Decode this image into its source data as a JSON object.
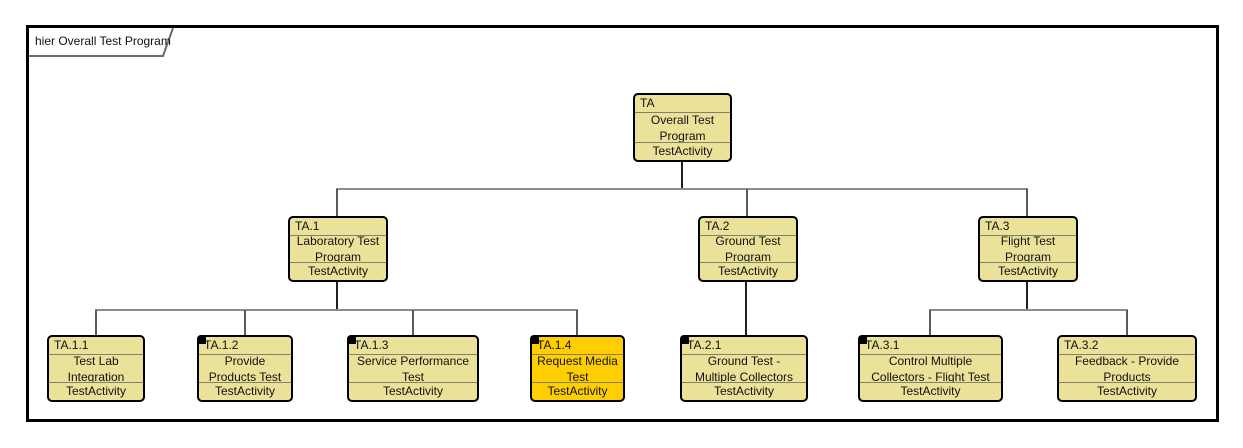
{
  "diagram": {
    "tab_label": "hier Overall Test Program"
  },
  "colors": {
    "frame_border": "#000000",
    "node_fill": "#EAE299",
    "node_selected_fill": "#FFCE00",
    "node_border": "#000000",
    "node_divider": "#82826A",
    "connector": "#8C8C8C"
  },
  "nodes": [
    {
      "id": "TA",
      "name": "Overall Test Program",
      "name_lines": [
        "Overall Test",
        "Program"
      ],
      "type": "TestActivity",
      "selected": false,
      "corner_marker": false
    },
    {
      "id": "TA.1",
      "name": "Laboratory Test Program",
      "name_lines": [
        "Laboratory Test",
        "Program"
      ],
      "type": "TestActivity",
      "selected": false,
      "corner_marker": false
    },
    {
      "id": "TA.2",
      "name": "Ground Test Program",
      "name_lines": [
        "Ground Test",
        "Program"
      ],
      "type": "TestActivity",
      "selected": false,
      "corner_marker": false
    },
    {
      "id": "TA.3",
      "name": "Flight Test Program",
      "name_lines": [
        "Flight Test",
        "Program"
      ],
      "type": "TestActivity",
      "selected": false,
      "corner_marker": false
    },
    {
      "id": "TA.1.1",
      "name": "Test Lab Integration",
      "name_lines": [
        "Test Lab",
        "Integration"
      ],
      "type": "TestActivity",
      "selected": false,
      "corner_marker": false
    },
    {
      "id": "TA.1.2",
      "name": "Provide Products Test",
      "name_lines": [
        "Provide",
        "Products Test"
      ],
      "type": "TestActivity",
      "selected": false,
      "corner_marker": true
    },
    {
      "id": "TA.1.3",
      "name": "Service Performance Test",
      "name_lines": [
        "Service Performance",
        "Test"
      ],
      "type": "TestActivity",
      "selected": false,
      "corner_marker": true
    },
    {
      "id": "TA.1.4",
      "name": "Request Media Test",
      "name_lines": [
        "Request Media",
        "Test"
      ],
      "type": "TestActivity",
      "selected": true,
      "corner_marker": true
    },
    {
      "id": "TA.2.1",
      "name": "Ground Test - Multiple Collectors",
      "name_lines": [
        "Ground Test -",
        "Multiple Collectors"
      ],
      "type": "TestActivity",
      "selected": false,
      "corner_marker": true
    },
    {
      "id": "TA.3.1",
      "name": "Control Multiple Collectors - Flight Test",
      "name_lines": [
        "Control Multiple",
        "Collectors - Flight Test"
      ],
      "type": "TestActivity",
      "selected": false,
      "corner_marker": true
    },
    {
      "id": "TA.3.2",
      "name": "Feedback - Provide Products",
      "name_lines": [
        "Feedback - Provide",
        "Products"
      ],
      "type": "TestActivity",
      "selected": false,
      "corner_marker": false
    }
  ]
}
